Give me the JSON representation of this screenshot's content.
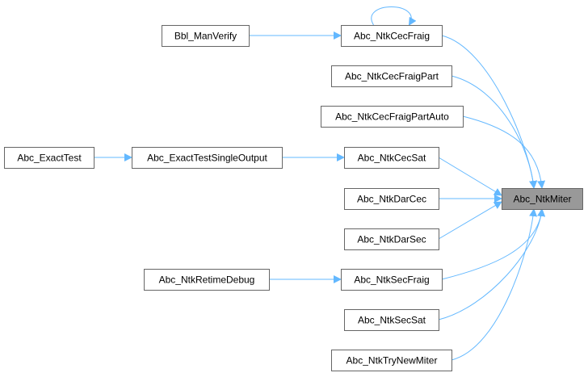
{
  "graph": {
    "root": "Abc_NtkMiter",
    "nodes": [
      {
        "id": "root",
        "label": "Abc_NtkMiter",
        "kind": "root"
      },
      {
        "id": "ntkcecfraig",
        "label": "Abc_NtkCecFraig",
        "kind": "caller"
      },
      {
        "id": "bblmanverify",
        "label": "Bbl_ManVerify",
        "kind": "caller"
      },
      {
        "id": "ntkcecfraigpart",
        "label": "Abc_NtkCecFraigPart",
        "kind": "caller"
      },
      {
        "id": "ntkcecfraigpartauto",
        "label": "Abc_NtkCecFraigPartAuto",
        "kind": "caller"
      },
      {
        "id": "exacttest",
        "label": "Abc_ExactTest",
        "kind": "caller"
      },
      {
        "id": "exacttestsingleoutput",
        "label": "Abc_ExactTestSingleOutput",
        "kind": "caller"
      },
      {
        "id": "ntkcecsat",
        "label": "Abc_NtkCecSat",
        "kind": "caller"
      },
      {
        "id": "ntkdarcec",
        "label": "Abc_NtkDarCec",
        "kind": "caller"
      },
      {
        "id": "ntkdarsec",
        "label": "Abc_NtkDarSec",
        "kind": "caller"
      },
      {
        "id": "ntkretimedebug",
        "label": "Abc_NtkRetimeDebug",
        "kind": "caller"
      },
      {
        "id": "ntksecfraig",
        "label": "Abc_NtkSecFraig",
        "kind": "caller"
      },
      {
        "id": "ntksecsat",
        "label": "Abc_NtkSecSat",
        "kind": "caller"
      },
      {
        "id": "ntktrynewmiter",
        "label": "Abc_NtkTryNewMiter",
        "kind": "caller"
      }
    ],
    "edges": [
      {
        "from": "ntkcecfraig",
        "to": "root"
      },
      {
        "from": "ntkcecfraig",
        "to": "ntkcecfraig"
      },
      {
        "from": "bblmanverify",
        "to": "ntkcecfraig"
      },
      {
        "from": "ntkcecfraigpart",
        "to": "root"
      },
      {
        "from": "ntkcecfraigpartauto",
        "to": "root"
      },
      {
        "from": "exacttest",
        "to": "exacttestsingleoutput"
      },
      {
        "from": "exacttestsingleoutput",
        "to": "ntkcecsat"
      },
      {
        "from": "ntkcecsat",
        "to": "root"
      },
      {
        "from": "ntkdarcec",
        "to": "root"
      },
      {
        "from": "ntkdarsec",
        "to": "root"
      },
      {
        "from": "ntkretimedebug",
        "to": "ntksecfraig"
      },
      {
        "from": "ntksecfraig",
        "to": "root"
      },
      {
        "from": "ntksecsat",
        "to": "root"
      },
      {
        "from": "ntktrynewmiter",
        "to": "root"
      }
    ],
    "colors": {
      "edge": "#63b8ff",
      "node_border": "#666666",
      "node_fill": "#ffffff",
      "root_fill": "#999999"
    }
  }
}
